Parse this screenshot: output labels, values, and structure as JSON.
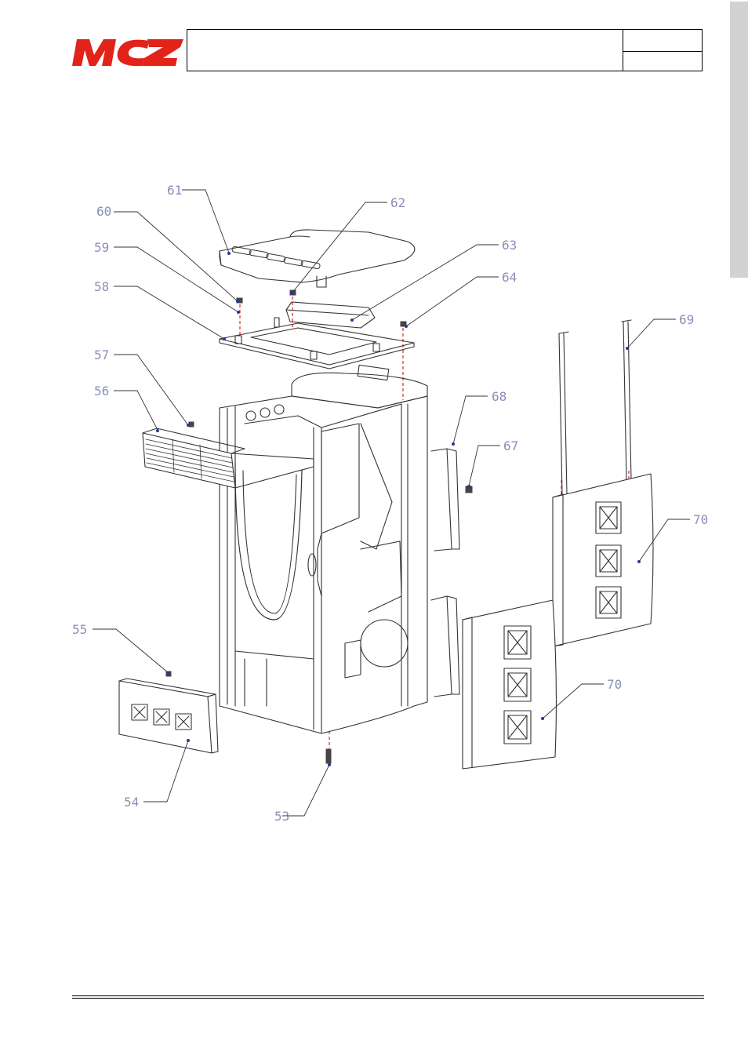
{
  "header": {
    "brand": "MCZ",
    "brand_color": "#e2231a"
  },
  "diagram": {
    "labels": [
      "53",
      "54",
      "55",
      "56",
      "57",
      "58",
      "59",
      "60",
      "61",
      "62",
      "63",
      "64",
      "67",
      "68",
      "69",
      "70",
      "70"
    ],
    "label_color": "#8a8fb8",
    "part_color": "#333333",
    "fastener_color": "#cc0000"
  }
}
